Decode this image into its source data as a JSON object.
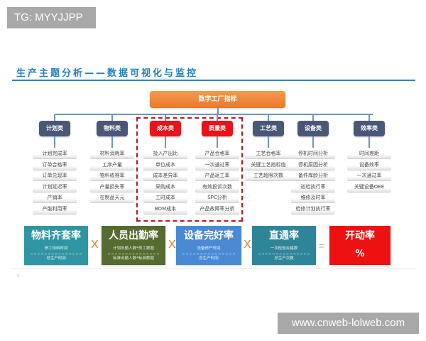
{
  "watermarks": {
    "top": "TG: MYYJJPP",
    "bottom": "www.cnweb-lolweb.com"
  },
  "slide": {
    "title": "生产主题分析——数据可视化与监控",
    "root": "数字工厂指标",
    "colors": {
      "title_blue": "#1f7fbf",
      "root_orange": "#e8782a",
      "category_dark": "#4a5878",
      "category_red": "#e8141c",
      "highlight_dash": "#c0141c"
    },
    "categories": [
      {
        "label": "计划类",
        "highlighted": false,
        "items": [
          "计划完成率",
          "订单合格率",
          "订单兑现率",
          "计划延迟率",
          "产销率",
          "产能利用率"
        ]
      },
      {
        "label": "物料类",
        "highlighted": false,
        "items": [
          "材料消耗率",
          "工序产量",
          "物料收得率",
          "产量损失率",
          "在制品天元"
        ]
      },
      {
        "label": "成本类",
        "highlighted": true,
        "items": [
          "投入产出比",
          "单位成本",
          "成本差异率",
          "采购成本",
          "工时成本",
          "BOM成本"
        ]
      },
      {
        "label": "质量类",
        "highlighted": true,
        "items": [
          "产品合格率",
          "一次通过率",
          "产品返工率",
          "有效投诉次数",
          "SPC分析",
          "产品故障率分析"
        ]
      },
      {
        "label": "工艺类",
        "highlighted": false,
        "items": [
          "工艺合格率",
          "关键工艺指标值",
          "工艺超限次数"
        ]
      },
      {
        "label": "设备类",
        "highlighted": false,
        "items": [
          "停机时间分析",
          "停机原因分析",
          "备件库龄分析",
          "巡检执行率",
          "维修及时率",
          "检修计划执行率"
        ]
      },
      {
        "label": "效率类",
        "highlighted": false,
        "items": [
          "时间差距",
          "设备效率",
          "一次通过率",
          "关键设备OEE"
        ]
      }
    ],
    "formula": {
      "cards": [
        {
          "title": "物料齐套率",
          "numerator": "停工待料时间",
          "denominator": "总生产时间",
          "color": "#2f95a3"
        },
        {
          "title": "人员出勤率",
          "numerator": "计划出勤人数*员工数据",
          "denominator": "标准出勤人数*标准数据",
          "color": "#556b2f"
        },
        {
          "title": "设备完好率",
          "numerator": "设备停产时间",
          "denominator": "总生产时间",
          "color": "#4a8ad4"
        },
        {
          "title": "直通率",
          "numerator": "一次检验合格数",
          "denominator": "总生产次数",
          "color": "#2f8598"
        }
      ],
      "operators": [
        "X",
        "X",
        "X",
        "="
      ],
      "result": {
        "title": "开动率",
        "value": "%",
        "color": "#ee1111"
      }
    },
    "page_mark": "1"
  }
}
